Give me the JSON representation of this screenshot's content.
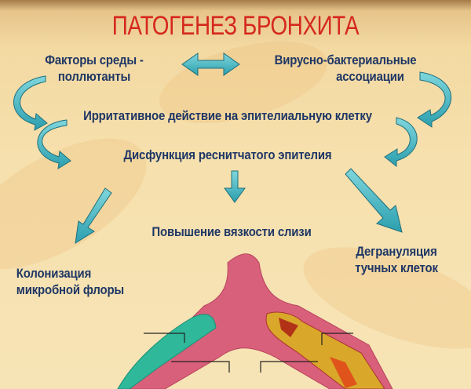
{
  "title": "ПАТОГЕНЕЗ БРОНХИТА",
  "nodes": {
    "env_factors": [
      "Факторы среды -",
      "поллютанты"
    ],
    "viral_bacterial": [
      "Вирусно-бактериальные",
      "ассоциации"
    ],
    "irritation": "Ирритативное действие на эпителиальную клетку",
    "ciliary_dysfunction": "Дисфункция реснитчатого эпителия",
    "mucus_viscosity": "Повышение вязкости слизи",
    "colonization": [
      "Колонизация",
      "микробной флоры"
    ],
    "degranulation": [
      "Дегрануляция",
      "тучных клеток"
    ]
  },
  "colors": {
    "title": "#d5281c",
    "text": "#1f3765",
    "arrow": "#3fb3bf"
  }
}
